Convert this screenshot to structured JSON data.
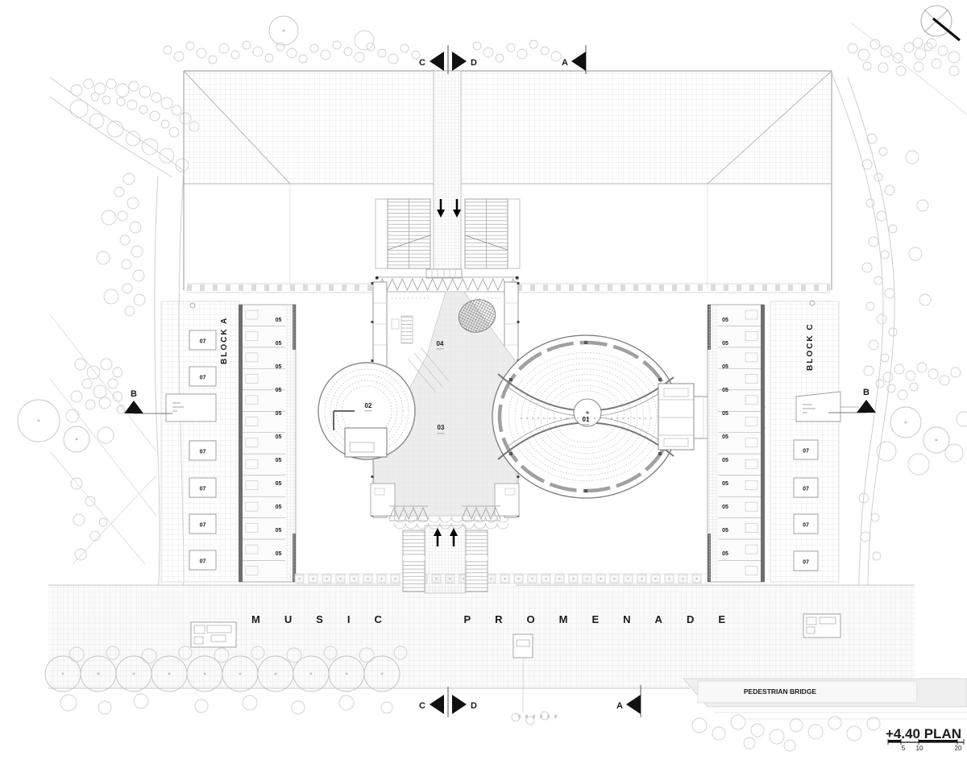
{
  "plan": {
    "title": "+4.40 PLAN",
    "scale": {
      "s5": "5",
      "s10": "10",
      "s20": "20"
    },
    "promenade_label": "MUSIC PROMENADE",
    "bridge_label": "PEDESTRIAN BRIDGE",
    "block_a_label": "BLOCK A",
    "block_c_label": "BLOCK C",
    "markers": {
      "c": "C",
      "d": "D",
      "a": "A",
      "b": "B"
    },
    "rooms": {
      "r01": "01",
      "r02": "02",
      "r03": "03",
      "r04": "04",
      "r05": "05",
      "r07": "07"
    },
    "colors": {
      "ink": "#1a1a1a",
      "line_gray": "#9a9a9a",
      "wall_dark": "#6e6e6e",
      "fill_light": "#ededed"
    }
  }
}
